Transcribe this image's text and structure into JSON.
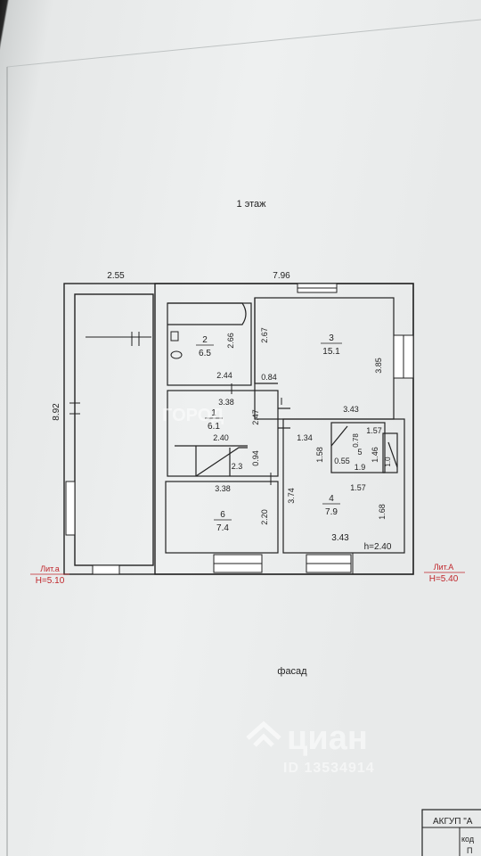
{
  "floor_title": "1 этаж",
  "facade_label": "фасад",
  "overall": {
    "width_label": "7.96",
    "height_label": "8.92",
    "left_span": "2.55"
  },
  "rooms": [
    {
      "num": "1",
      "area": "6.1"
    },
    {
      "num": "2",
      "area": "6.5"
    },
    {
      "num": "3",
      "area": "15.1"
    },
    {
      "num": "4",
      "area": "7.9"
    },
    {
      "num": "5",
      "area": "1.9"
    },
    {
      "num": "6",
      "area": "7.4"
    }
  ],
  "dims": {
    "r2_w": "2.44",
    "r2_h": "2.66",
    "r3_wl": "2.67",
    "r3_h": "3.85",
    "r3_gap": "0.84",
    "r3_w": "3.43",
    "r1_w": "3.38",
    "r1_h": "2.47",
    "r1_b": "2.40",
    "r1_stair": "2.3",
    "r1_small": "0.94",
    "c_134": "1.34",
    "c_157a": "1.57",
    "c_078": "0.78",
    "c_158": "1.58",
    "c_055": "0.55",
    "c_146": "1.46",
    "c_157b": "1.57",
    "c_10": "1.0",
    "r6_w": "3.38",
    "r6_h": "2.20",
    "r4_h1": "3.74",
    "r4_h2": "1.68",
    "r4_w": "3.43",
    "ceiling": "h=2.40"
  },
  "lit_left": {
    "name": "Лит.а",
    "height": "H=5.10"
  },
  "lit_right": {
    "name": "Лит.А",
    "height": "H=5.40"
  },
  "stamp": {
    "org": "АКГУП \"А",
    "line2": "код",
    "line3": "П"
  },
  "watermarks": {
    "cian": "циан",
    "cian_id": "ID 13534914",
    "top": "ГОРОД"
  }
}
